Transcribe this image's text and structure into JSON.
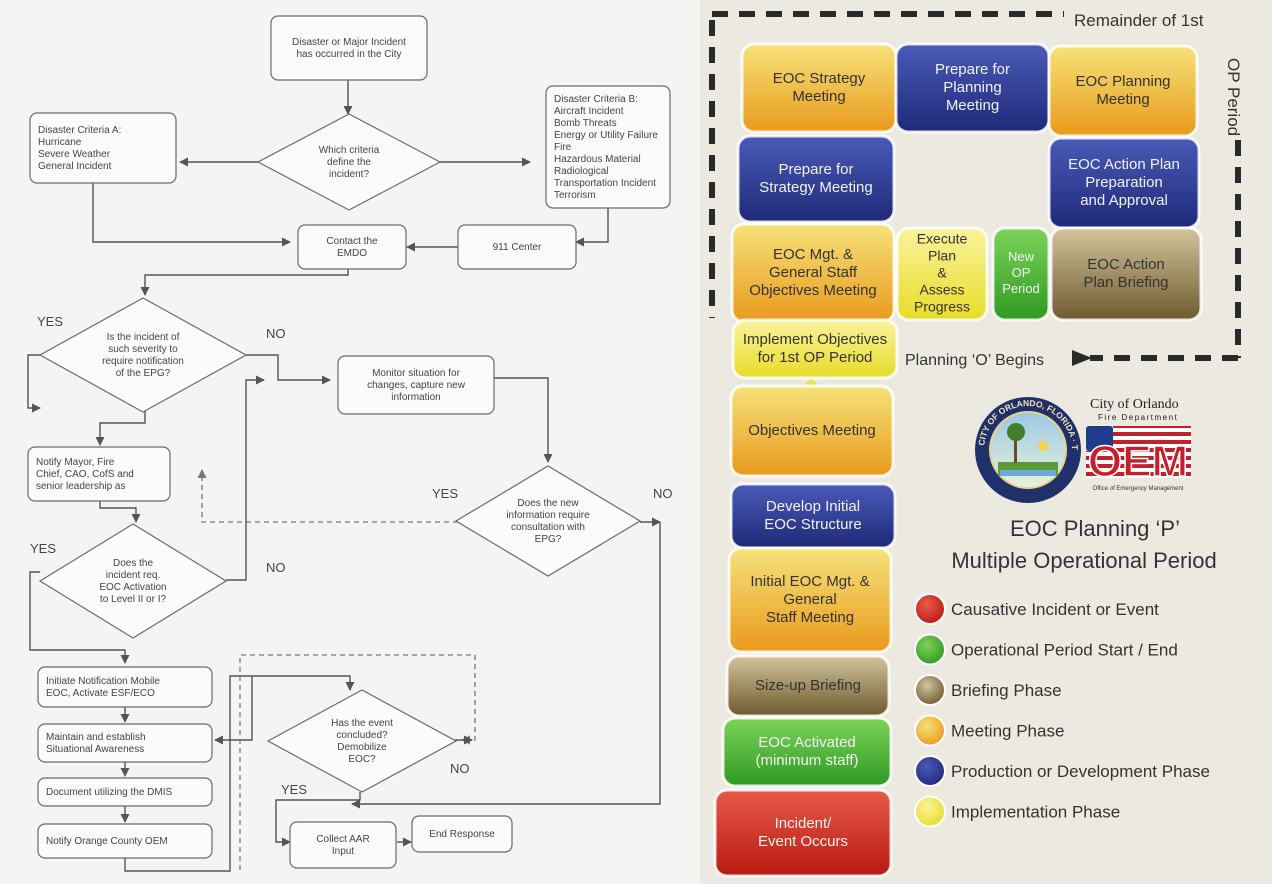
{
  "flowchart": {
    "nodes": [
      {
        "id": "start",
        "shape": "box",
        "lines": [
          "Disaster or Major Incident",
          "has occurred in the City"
        ]
      },
      {
        "id": "criteria",
        "shape": "diamond",
        "lines": [
          "Which criteria",
          "define the",
          "incident?"
        ]
      },
      {
        "id": "crit_a",
        "shape": "box",
        "align": "left",
        "lines": [
          "Disaster Criteria A:",
          "Hurricane",
          "Severe Weather",
          "General Incident"
        ]
      },
      {
        "id": "crit_b",
        "shape": "box",
        "align": "left",
        "lines": [
          "Disaster Criteria B:",
          "Aircraft Incident",
          "Bomb Threats",
          "Energy or Utility Failure",
          "Fire",
          "Hazardous Material",
          "Radiological",
          "Transportation Incident",
          "Terrorism"
        ]
      },
      {
        "id": "contact",
        "shape": "box",
        "lines": [
          "Contact the",
          "EMDO"
        ]
      },
      {
        "id": "c911",
        "shape": "box",
        "lines": [
          "911 Center"
        ]
      },
      {
        "id": "severity",
        "shape": "diamond",
        "lines": [
          "Is the incident of",
          "such severity to",
          "require notification",
          "of the EPG?"
        ]
      },
      {
        "id": "monitor",
        "shape": "box",
        "lines": [
          "Monitor situation for",
          "changes, capture new",
          "information"
        ]
      },
      {
        "id": "notify",
        "shape": "box",
        "align": "left",
        "lines": [
          "Notify Mayor, Fire",
          "Chief, CAO, CofS and",
          "senior leadership as"
        ]
      },
      {
        "id": "consult",
        "shape": "diamond",
        "lines": [
          "Does the new",
          "information require",
          "consultation with",
          "EPG?"
        ]
      },
      {
        "id": "activation",
        "shape": "diamond",
        "lines": [
          "Does the",
          "incident req.",
          "EOC Activation",
          "to Level II or I?"
        ]
      },
      {
        "id": "initiate",
        "shape": "box",
        "align": "left",
        "lines": [
          "Initiate Notification Mobile",
          "EOC, Activate ESF/ECO"
        ]
      },
      {
        "id": "maintain",
        "shape": "box",
        "align": "left",
        "lines": [
          "Maintain and establish",
          "Situational Awareness"
        ]
      },
      {
        "id": "document",
        "shape": "box",
        "align": "left",
        "lines": [
          "Document utilizing the DMIS"
        ]
      },
      {
        "id": "orange",
        "shape": "box",
        "align": "left",
        "lines": [
          "Notify Orange County OEM"
        ]
      },
      {
        "id": "concluded",
        "shape": "diamond",
        "lines": [
          "Has the event",
          "concluded?",
          "Demobilize",
          "EOC?"
        ]
      },
      {
        "id": "aar",
        "shape": "box",
        "lines": [
          "Collect AAR",
          "Input"
        ]
      },
      {
        "id": "end",
        "shape": "box",
        "lines": [
          "End Response"
        ]
      }
    ],
    "labels": {
      "yes": "YES",
      "no": "NO"
    }
  },
  "planning_p": {
    "corner_label_top": "Remainder of 1st",
    "corner_label_side": "OP Period",
    "loop_label": "Planning ‘O’ Begins",
    "tiles": [
      {
        "id": "strategy",
        "phase": "meeting",
        "lines": [
          "EOC Strategy",
          "Meeting"
        ]
      },
      {
        "id": "prep_planning",
        "phase": "production",
        "lines": [
          "Prepare for",
          "Planning",
          "Meeting"
        ]
      },
      {
        "id": "planning",
        "phase": "meeting",
        "lines": [
          "EOC Planning",
          "Meeting"
        ]
      },
      {
        "id": "prep_strategy",
        "phase": "production",
        "lines": [
          "Prepare for",
          "Strategy Meeting"
        ]
      },
      {
        "id": "action_plan",
        "phase": "production",
        "lines": [
          "EOC Action Plan",
          "Preparation",
          "and Approval"
        ]
      },
      {
        "id": "mgt",
        "phase": "meeting",
        "lines": [
          "EOC Mgt. &",
          "General Staff",
          "Objectives Meeting"
        ]
      },
      {
        "id": "execute",
        "phase": "implementation",
        "lines": [
          "Execute",
          "Plan",
          "&",
          "Assess",
          "Progress"
        ]
      },
      {
        "id": "new_op",
        "phase": "operational",
        "lines": [
          "New",
          "OP",
          "Period"
        ]
      },
      {
        "id": "action_brief",
        "phase": "briefing",
        "lines": [
          "EOC Action",
          "Plan Briefing"
        ]
      },
      {
        "id": "implement",
        "phase": "implementation",
        "lines": [
          "Implement Objectives",
          "for 1st OP Period"
        ]
      },
      {
        "id": "objectives",
        "phase": "meeting",
        "lines": [
          "Objectives Meeting"
        ]
      },
      {
        "id": "develop",
        "phase": "production",
        "lines": [
          "Develop Initial",
          "EOC Structure"
        ]
      },
      {
        "id": "initial",
        "phase": "meeting",
        "lines": [
          "Initial EOC Mgt. &",
          "General",
          "Staff Meeting"
        ]
      },
      {
        "id": "sizeup",
        "phase": "briefing",
        "lines": [
          "Size-up Briefing"
        ]
      },
      {
        "id": "activated",
        "phase": "operational",
        "lines": [
          "EOC Activated",
          "(minimum staff)"
        ]
      },
      {
        "id": "incident",
        "phase": "causative",
        "lines": [
          "Incident/",
          "Event Occurs"
        ]
      }
    ],
    "seal_text": "CITY OF ORLANDO, FLORIDA · THE CITY BEAUTIFUL",
    "logo": {
      "org": "City of Orlando",
      "dept": "Fire Department",
      "acronym": "OEM",
      "sub": "Office of Emergency Management"
    },
    "title_line1": "EOC Planning ‘P’",
    "title_line2": "Multiple Operational Period",
    "legend": [
      {
        "phase": "causative",
        "label": "Causative Incident or Event",
        "color": "#c9281e"
      },
      {
        "phase": "operational",
        "label": "Operational Period Start / End",
        "color": "#3caa2e"
      },
      {
        "phase": "briefing",
        "label": "Briefing Phase",
        "color": "#9a8450"
      },
      {
        "phase": "meeting",
        "label": "Meeting Phase",
        "color": "#eaa020"
      },
      {
        "phase": "production",
        "label": "Production or Development Phase",
        "color": "#27308a"
      },
      {
        "phase": "implementation",
        "label": "Implementation Phase",
        "color": "#e8dc20"
      }
    ],
    "phase_colors": {
      "causative": [
        "#e85a48",
        "#b81a12"
      ],
      "operational": [
        "#7cd35a",
        "#2f9a22"
      ],
      "briefing": [
        "#d2c49c",
        "#6e5a30"
      ],
      "meeting": [
        "#f6e27a",
        "#e99a1c"
      ],
      "production": [
        "#4a5bb8",
        "#1e2a78"
      ],
      "implementation": [
        "#faf39c",
        "#e8dc28"
      ]
    }
  }
}
